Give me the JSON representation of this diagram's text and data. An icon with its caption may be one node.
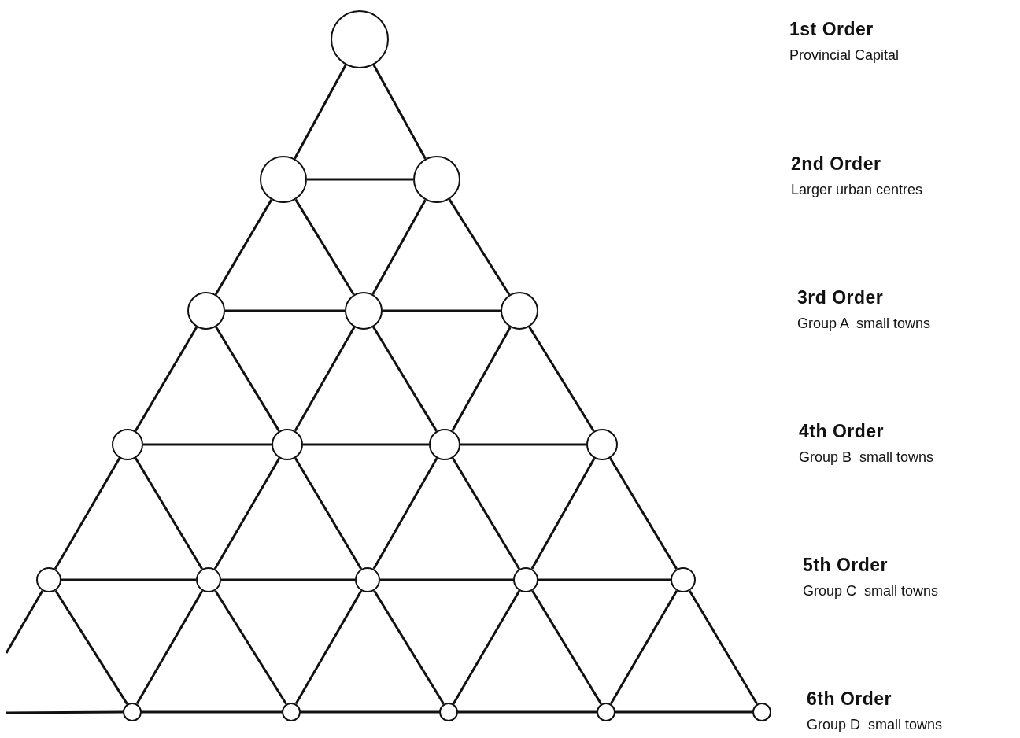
{
  "diagram": {
    "nodes": [
      {
        "text": [],
        "shape": "circle"
      },
      {
        "text": [],
        "shape": "circle"
      },
      {
        "text": [],
        "shape": "circle"
      },
      {
        "text": [],
        "shape": "circle"
      },
      {
        "text": [],
        "shape": "circle"
      },
      {
        "text": [],
        "shape": "circle"
      },
      {
        "text": [],
        "shape": "circle"
      },
      {
        "text": [],
        "shape": "circle"
      },
      {
        "text": [],
        "shape": "circle"
      },
      {
        "text": [],
        "shape": "circle"
      },
      {
        "text": [],
        "shape": "circle"
      },
      {
        "text": [],
        "shape": "circle"
      },
      {
        "text": [],
        "shape": "circle"
      },
      {
        "text": [],
        "shape": "circle"
      },
      {
        "text": [],
        "shape": "circle"
      },
      {
        "text": [],
        "shape": "circle"
      },
      {
        "text": [],
        "shape": "circle"
      },
      {
        "text": [],
        "shape": "circle"
      },
      {
        "text": [],
        "shape": "circle"
      },
      {
        "text": [],
        "shape": "circle"
      }
    ],
    "edges": [
      {
        "from": 0,
        "to": 1,
        "arrow": "none"
      },
      {
        "from": 0,
        "to": 2,
        "arrow": "none"
      },
      {
        "from": 1,
        "to": 2,
        "arrow": "none"
      },
      {
        "from": 1,
        "to": 3,
        "arrow": "none"
      },
      {
        "from": 1,
        "to": 4,
        "arrow": "none"
      },
      {
        "from": 2,
        "to": 4,
        "arrow": "none"
      },
      {
        "from": 2,
        "to": 5,
        "arrow": "none"
      },
      {
        "from": 3,
        "to": 4,
        "arrow": "none"
      },
      {
        "from": 4,
        "to": 5,
        "arrow": "none"
      },
      {
        "from": 3,
        "to": 6,
        "arrow": "none"
      },
      {
        "from": 3,
        "to": 7,
        "arrow": "none"
      },
      {
        "from": 4,
        "to": 7,
        "arrow": "none"
      },
      {
        "from": 4,
        "to": 8,
        "arrow": "none"
      },
      {
        "from": 5,
        "to": 8,
        "arrow": "none"
      },
      {
        "from": 5,
        "to": 9,
        "arrow": "none"
      },
      {
        "from": 6,
        "to": 7,
        "arrow": "none"
      },
      {
        "from": 7,
        "to": 8,
        "arrow": "none"
      },
      {
        "from": 8,
        "to": 9,
        "arrow": "none"
      },
      {
        "from": 6,
        "to": 10,
        "arrow": "none"
      },
      {
        "from": 6,
        "to": 11,
        "arrow": "none"
      },
      {
        "from": 7,
        "to": 11,
        "arrow": "none"
      },
      {
        "from": 7,
        "to": 12,
        "arrow": "none"
      },
      {
        "from": 8,
        "to": 12,
        "arrow": "none"
      },
      {
        "from": 8,
        "to": 13,
        "arrow": "none"
      },
      {
        "from": 9,
        "to": 13,
        "arrow": "none"
      },
      {
        "from": 9,
        "to": 14,
        "arrow": "none"
      },
      {
        "from": 10,
        "to": 11,
        "arrow": "none"
      },
      {
        "from": 11,
        "to": 12,
        "arrow": "none"
      },
      {
        "from": 12,
        "to": 13,
        "arrow": "none"
      },
      {
        "from": 13,
        "to": 14,
        "arrow": "none"
      },
      {
        "from": 10,
        "to": null,
        "arrow": "none"
      },
      {
        "from": 10,
        "to": 15,
        "arrow": "none"
      },
      {
        "from": 11,
        "to": 15,
        "arrow": "none"
      },
      {
        "from": 11,
        "to": 16,
        "arrow": "none"
      },
      {
        "from": 12,
        "to": 16,
        "arrow": "none"
      },
      {
        "from": 12,
        "to": 17,
        "arrow": "none"
      },
      {
        "from": 13,
        "to": 17,
        "arrow": "none"
      },
      {
        "from": 13,
        "to": 18,
        "arrow": "none"
      },
      {
        "from": 14,
        "to": 18,
        "arrow": "none"
      },
      {
        "from": 14,
        "to": 19,
        "arrow": "none"
      },
      {
        "from": null,
        "to": 15,
        "arrow": "none"
      },
      {
        "from": 15,
        "to": 16,
        "arrow": "none"
      },
      {
        "from": 16,
        "to": 17,
        "arrow": "none"
      },
      {
        "from": 17,
        "to": 18,
        "arrow": "none"
      },
      {
        "from": 18,
        "to": 19,
        "arrow": "none"
      }
    ],
    "labels": [
      "1st Order",
      "Provincial Capital",
      "2nd Order",
      "Larger urban centres",
      "3rd Order",
      "Group A  small towns",
      "4th Order",
      "Group B  small towns",
      "5th Order",
      "Group C  small towns",
      "6th Order",
      "Group D  small towns"
    ]
  }
}
